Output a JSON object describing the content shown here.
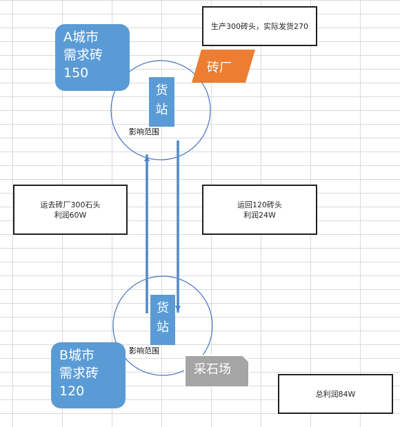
{
  "city_a": {
    "lines": [
      "A城市",
      "需求砖",
      "150"
    ]
  },
  "city_b": {
    "lines": [
      "B城市",
      "需求砖",
      "120"
    ]
  },
  "station_top": {
    "lines": [
      "货",
      "站"
    ]
  },
  "station_bottom": {
    "lines": [
      "货",
      "站"
    ]
  },
  "brick_factory": {
    "label": "砖厂",
    "color": "#ed7d31"
  },
  "quarry": {
    "label": "采石场",
    "color": "#a5a5a5"
  },
  "influence_label_top": "影响范围",
  "influence_label_bottom": "影响范围",
  "production_box": {
    "text": "生产300砖头，实际发货270"
  },
  "transport_to_factory": {
    "line1": "运去砖厂300石头",
    "line2": "利润60W"
  },
  "transport_back": {
    "line1": "运回120砖头",
    "line2": "利润24W"
  },
  "total_profit": {
    "text": "总利润84W"
  },
  "colors": {
    "blue": "#5b9bd5",
    "circle": "#4472c4",
    "grid": "#d9d9d9"
  }
}
